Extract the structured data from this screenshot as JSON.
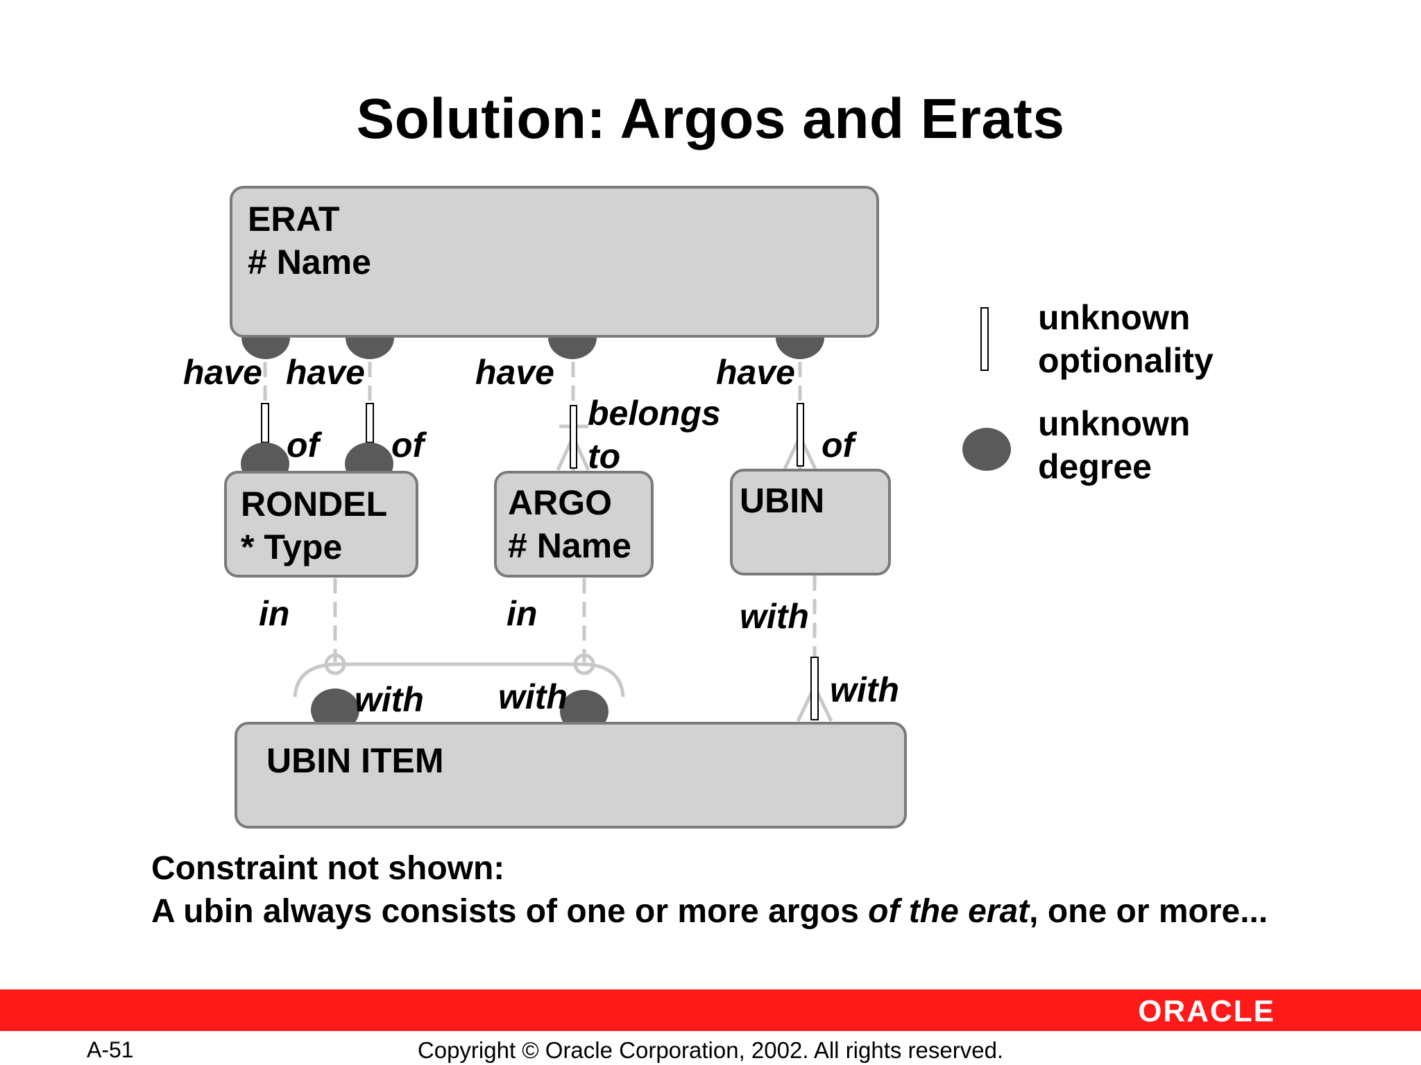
{
  "title": "Solution: Argos and Erats",
  "entities": {
    "erat": {
      "name": "ERAT",
      "attr": "# Name"
    },
    "rondel": {
      "name": "RONDEL",
      "attr": "* Type"
    },
    "argo": {
      "name": "ARGO",
      "attr": "# Name"
    },
    "ubin": {
      "name": "UBIN"
    },
    "ubin_item": {
      "name": "UBIN ITEM"
    }
  },
  "labels": {
    "have1": "have",
    "have2": "have",
    "have3": "have",
    "have4": "have",
    "of1": "of",
    "of2": "of",
    "of3": "of",
    "belongs": "belongs",
    "to": "to",
    "in1": "in",
    "in2": "in",
    "with_ubin": "with",
    "with1": "with",
    "with2": "with",
    "with3": "with"
  },
  "legend": {
    "optionality_line1": "unknown",
    "optionality_line2": "optionality",
    "degree_line1": "unknown",
    "degree_line2": "degree"
  },
  "constraint": {
    "heading": "Constraint not shown:",
    "text_before": "A ubin always consists of one or more argos ",
    "text_italic": "of the erat",
    "text_after": ", one or more..."
  },
  "footer": {
    "slide_number": "A-51",
    "copyright": "Copyright © Oracle Corporation, 2002. All rights reserved.",
    "logo": "ORACLE"
  },
  "colors": {
    "entity_fill": "#d2d2d2",
    "entity_border": "#7a7a7a",
    "dot": "#5a5a5a",
    "line": "#c8c8c8",
    "footer_bar": "#ff1a1a"
  }
}
